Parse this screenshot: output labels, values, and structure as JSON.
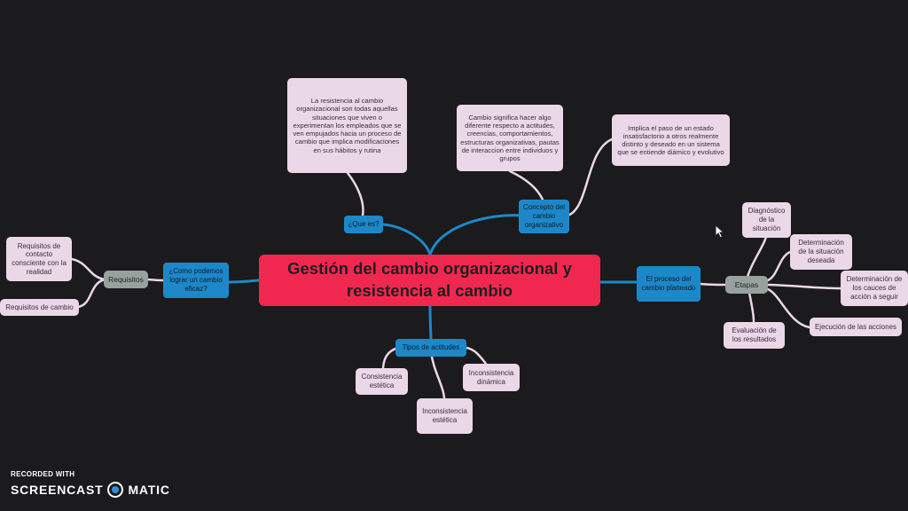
{
  "central_topic": "Gestión del cambio organizacional y resistencia al cambio",
  "branches": {
    "que_es": {
      "label": "¿Que es?",
      "detail": "La resistencia al cambio organizacional son todas aquellas situaciones que viven o experimentan los empleados que se ven empujados hacia un proceso de cambio que implica modificaciones en sus hábitos y rutina"
    },
    "concepto": {
      "label": "Concepto del cambio organizativo",
      "detail_1": "Cambio significa hacer algo diferente respecto a actitudes, creencias, comportamientos, estructuras organizativas, pautas de interaccion entre individuos y grupos",
      "detail_2": "Implica el paso de un estado insatisfactorio a otros realmente distinto y deseado en un sistema que se entiende diámico y evolutivo"
    },
    "como_lograr": {
      "label": "¿Como podemos lograr un cambio eficaz?",
      "requisitos": {
        "label": "Requisitos",
        "items": [
          "Requisitos de contacto consciente con la realidad",
          "Requisitos de cambio"
        ]
      }
    },
    "proceso": {
      "label": "El proceso del cambio planeado",
      "etapas": {
        "label": "Etapas",
        "items": [
          "Diagnóstico de la situación",
          "Determinación de la situación deseada",
          "Determinación de los cauces de acción a seguir",
          "Ejecución de las acciones",
          "Evaluación de los resultados"
        ]
      }
    },
    "tipos": {
      "label": "Tipos de actitudes",
      "items": [
        "Consistencia estética",
        "Inconsistencia estética",
        "Inconsistencia dinámica"
      ]
    }
  },
  "watermark": {
    "line1": "RECORDED WITH",
    "brand_left": "SCREENCAST",
    "brand_right": "MATIC"
  },
  "colors": {
    "background": "#1b1a1c",
    "central": "#f0284f",
    "main_branch": "#1d88c9",
    "main_link": "#1d88c9",
    "leaf": "#ead7e8",
    "leaf_link": "#ead7e8",
    "sub_branch": "#97a19d"
  }
}
